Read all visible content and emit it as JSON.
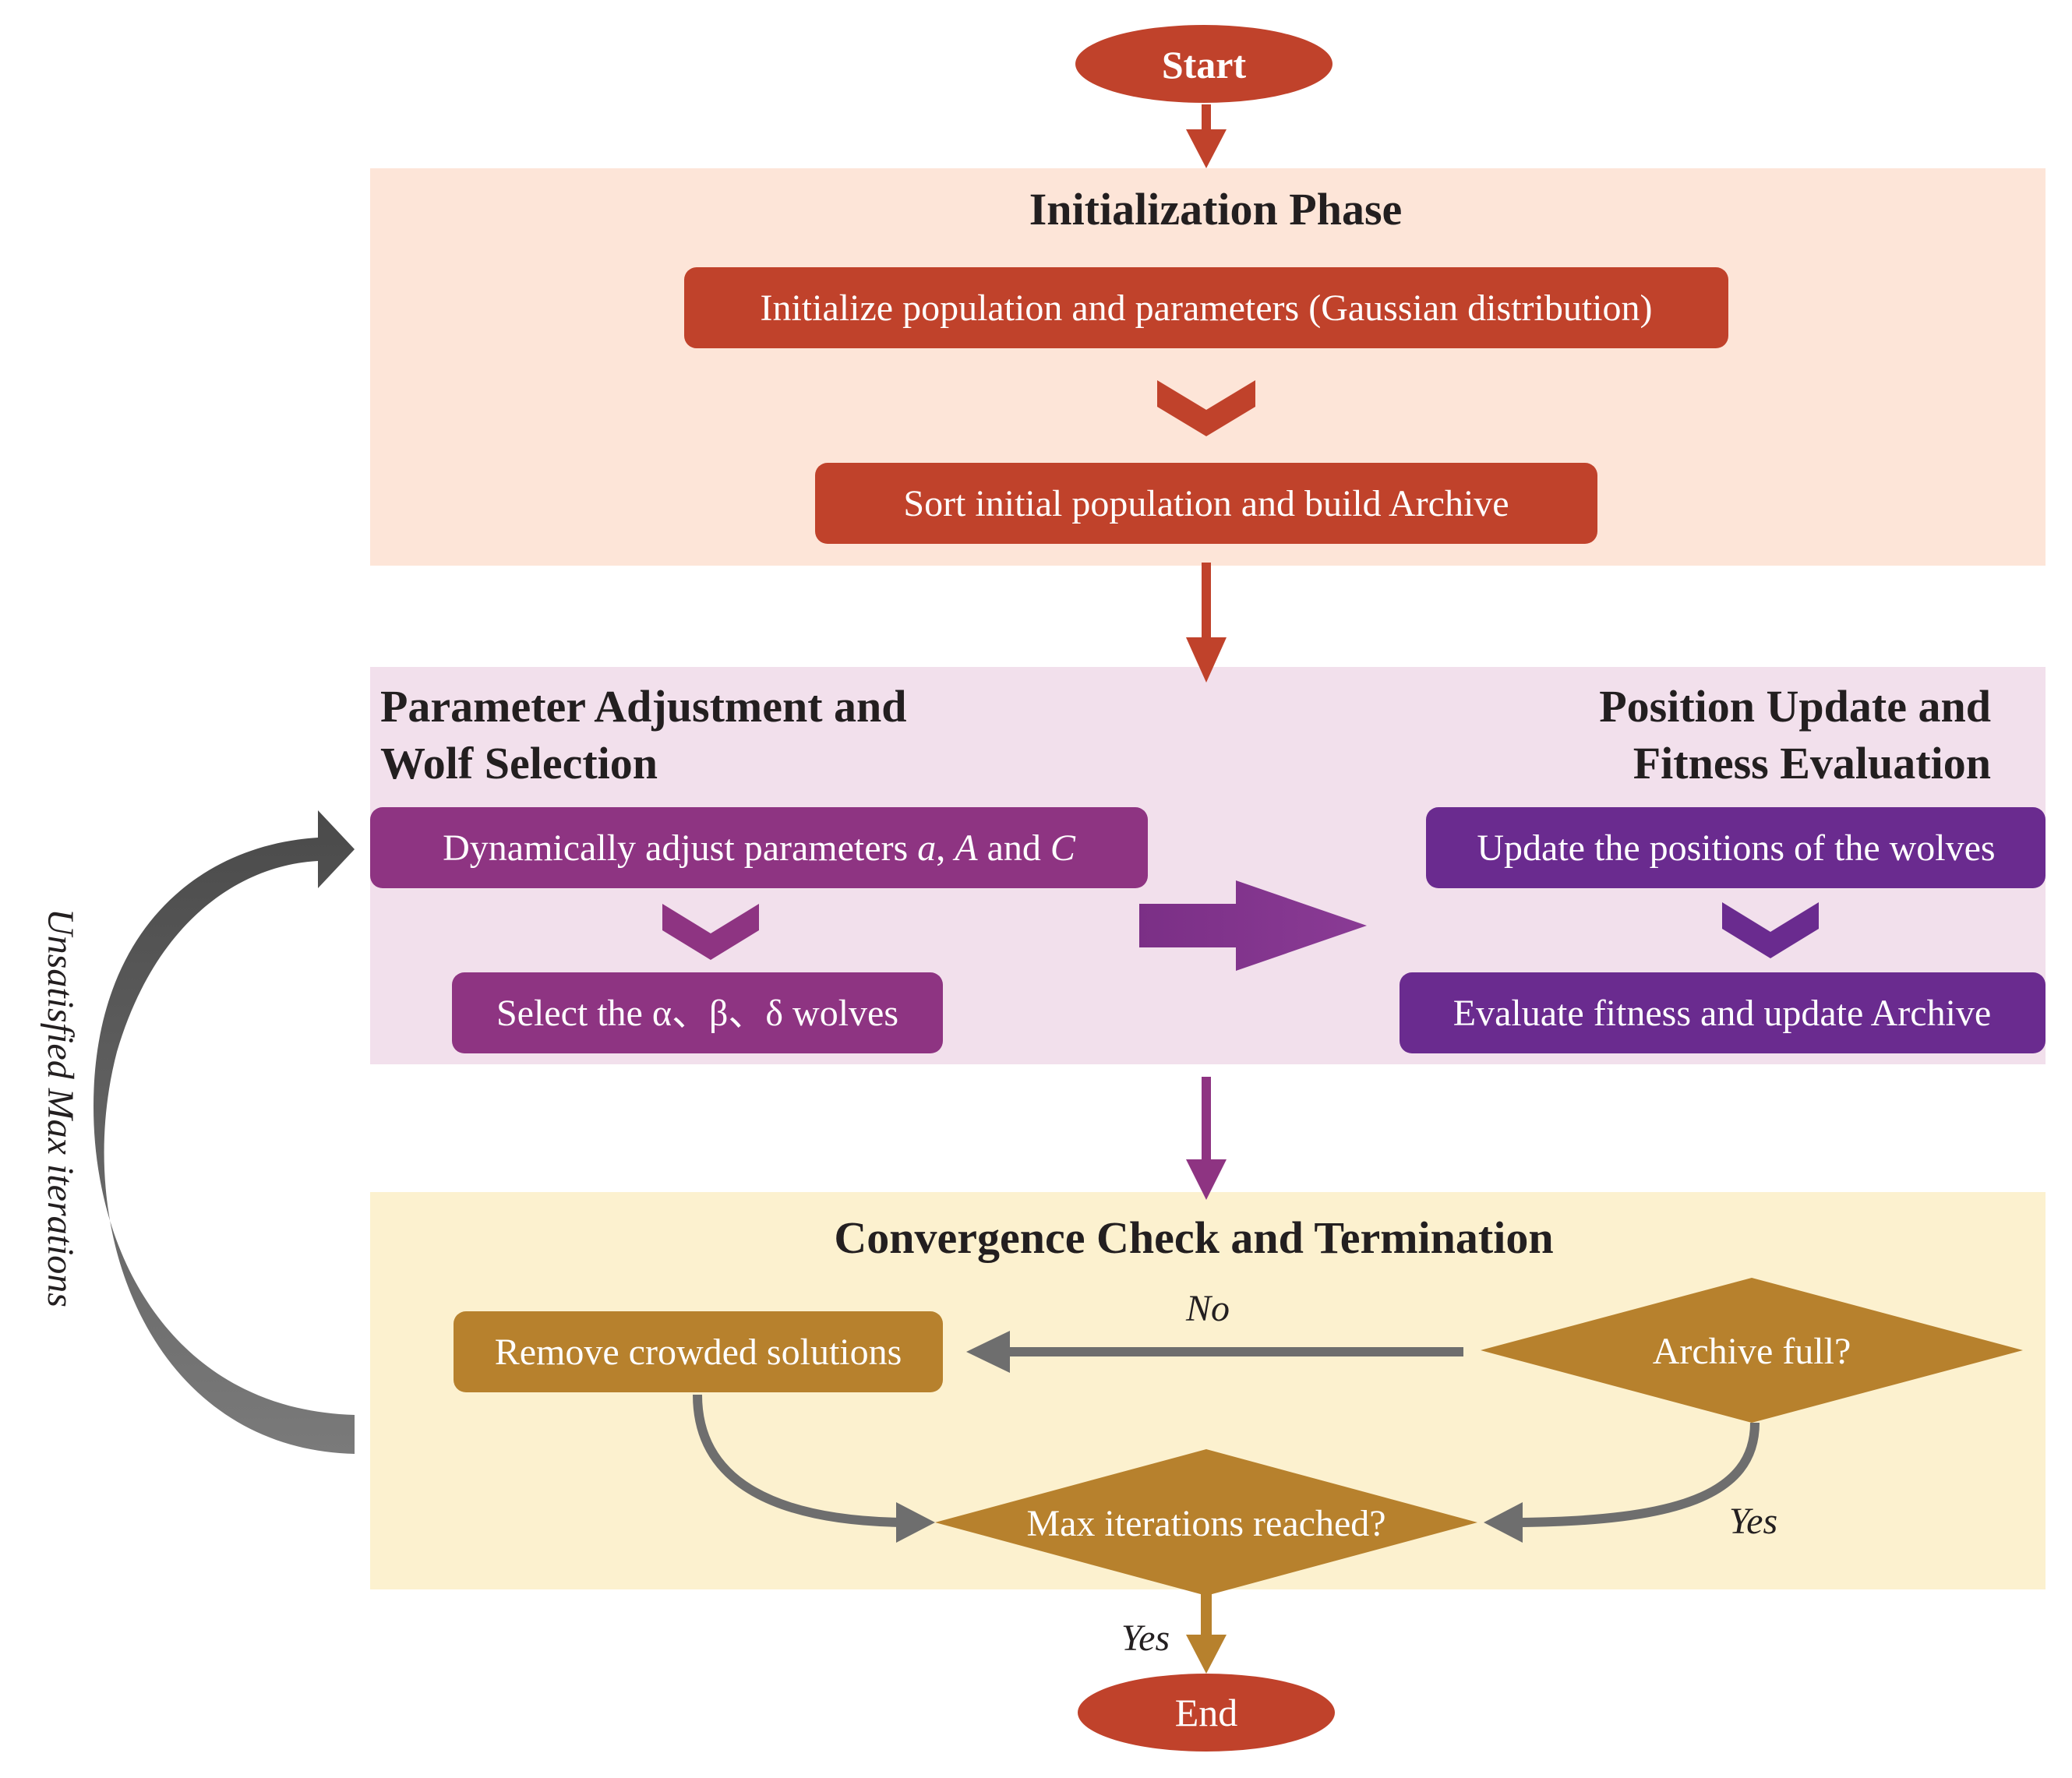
{
  "start": "Start",
  "end": "End",
  "init": {
    "title": "Initialization Phase",
    "step1": "Initialize population and parameters (Gaussian distribution)",
    "step2": "Sort initial population and build Archive"
  },
  "param": {
    "title_line1": "Parameter Adjustment and",
    "title_line2": "Wolf Selection",
    "step1_prefix": "Dynamically adjust parameters ",
    "step1_a": "a",
    "step1_sep": ", ",
    "step1_A": "A",
    "step1_and": " and ",
    "step1_C": "C",
    "step2": "Select the α、β、δ wolves"
  },
  "position": {
    "title_line1": "Position Update and",
    "title_line2": "Fitness Evaluation",
    "step1": "Update the positions of the wolves",
    "step2": "Evaluate fitness and update Archive"
  },
  "convergence": {
    "title": "Convergence Check and Termination",
    "remove": "Remove crowded solutions",
    "archive_full": "Archive full?",
    "max_iter": "Max iterations reached?",
    "no_label": "No",
    "yes_label_right": "Yes",
    "yes_label_bottom": "Yes"
  },
  "loop_label": "Unsatisfied Max iterations",
  "colors": {
    "red": "#c0422b",
    "init_bg": "#fde5d8",
    "purple_box": "#8e3482",
    "violet_box": "#6a2b8f",
    "mid_bg": "#f2e0ec",
    "conv_bg": "#fcf1cf",
    "gold": "#b7812d",
    "gray": "#6e6e6e"
  }
}
